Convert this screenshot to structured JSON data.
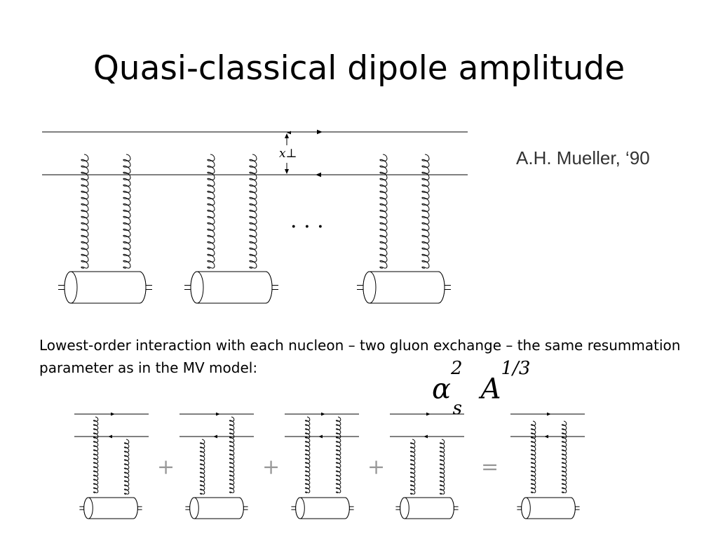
{
  "slide": {
    "title": "Quasi-classical dipole amplitude",
    "citation": "A.H. Mueller,  ‘90",
    "caption": "Lowest-order interaction with each nucleon – two gluon exchange – the same resummation parameter as in the MV model:",
    "formula": {
      "alpha": "α",
      "alpha_sub": "s",
      "alpha_sup": "2",
      "a": "A",
      "a_sup": "1/3"
    }
  },
  "top_diagram": {
    "separation_label": "x⊥",
    "ellipsis": "· · ·"
  },
  "bottom_diagrams": {
    "operators": [
      "+",
      "+",
      "+",
      "="
    ]
  }
}
